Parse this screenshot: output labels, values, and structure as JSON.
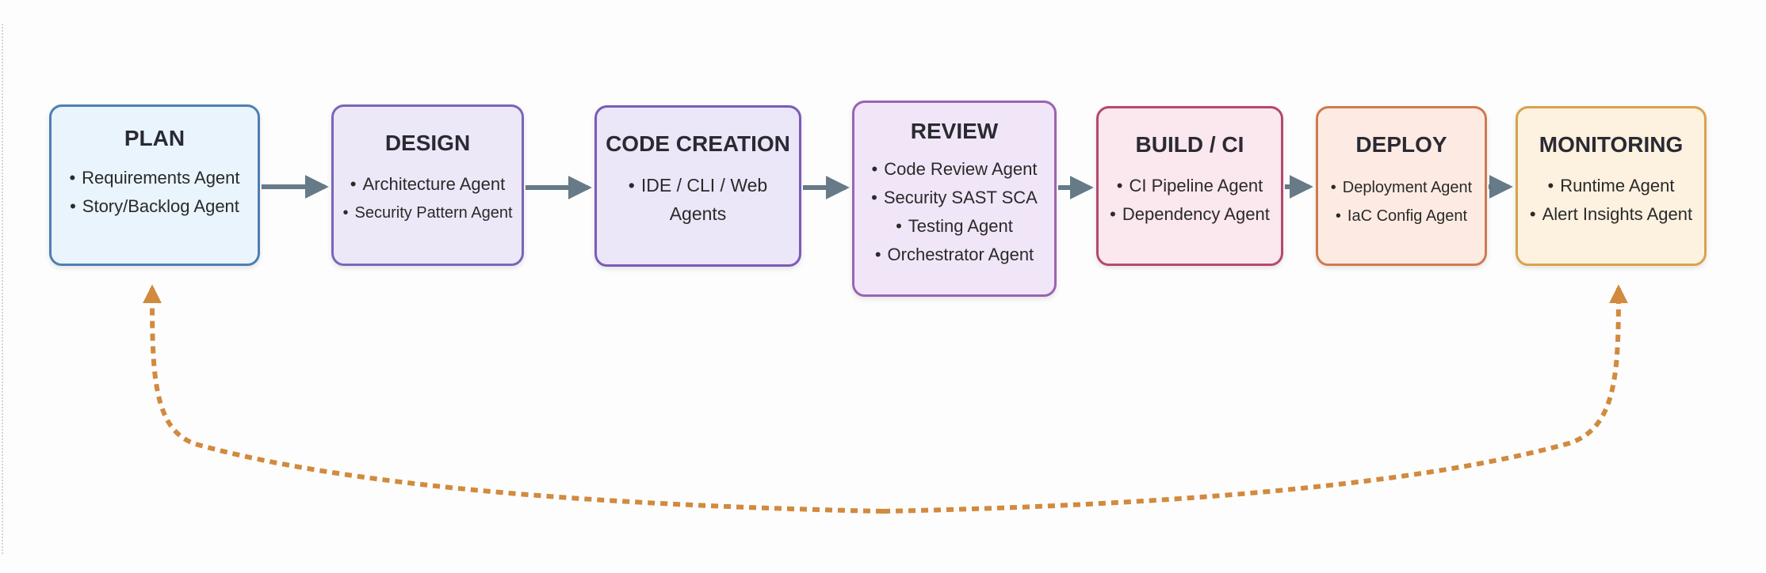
{
  "stages": [
    {
      "title": "PLAN",
      "items": [
        "Requirements Agent",
        "Story/Backlog Agent"
      ]
    },
    {
      "title": "DESIGN",
      "items": [
        "Architecture Agent",
        "Security Pattern Agent"
      ]
    },
    {
      "title": "CODE CREATION",
      "items": [
        "IDE / CLI / Web",
        "Agents"
      ]
    },
    {
      "title": "REVIEW",
      "items": [
        "Code Review Agent",
        "Security SAST SCA",
        "Testing Agent",
        "Orchestrator Agent"
      ]
    },
    {
      "title": "BUILD / CI",
      "items": [
        "CI Pipeline Agent",
        "Dependency Agent"
      ]
    },
    {
      "title": "DEPLOY",
      "items": [
        "Deployment Agent",
        "IaC Config Agent"
      ]
    },
    {
      "title": "MONITORING",
      "items": [
        "Runtime Agent",
        "Alert Insights Agent"
      ]
    }
  ],
  "bullet": "•",
  "colors": {
    "flow_arrow": "#667a87",
    "feedback_arrow": "#d18a3e"
  }
}
